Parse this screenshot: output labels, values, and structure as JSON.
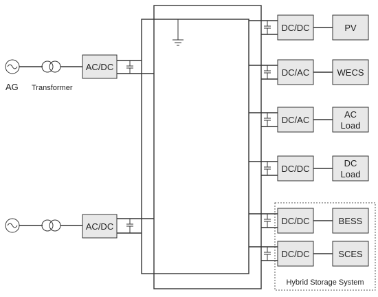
{
  "sources": {
    "ag_label": "AG",
    "transformer_label": "Transformer"
  },
  "converters": {
    "acdc_top": "AC/DC",
    "acdc_bottom": "AC/DC",
    "pv_conv": "DC/DC",
    "wecs_conv": "DC/AC",
    "acload_conv": "DC/AC",
    "dcload_conv": "DC/DC",
    "bess_conv": "DC/DC",
    "sces_conv": "DC/DC"
  },
  "loads": {
    "pv": "PV",
    "wecs": "WECS",
    "ac_load_1": "AC",
    "ac_load_2": "Load",
    "dc_load_1": "DC",
    "dc_load_2": "Load",
    "bess": "BESS",
    "sces": "SCES"
  },
  "hybrid_storage_label": "Hybrid Storage System"
}
